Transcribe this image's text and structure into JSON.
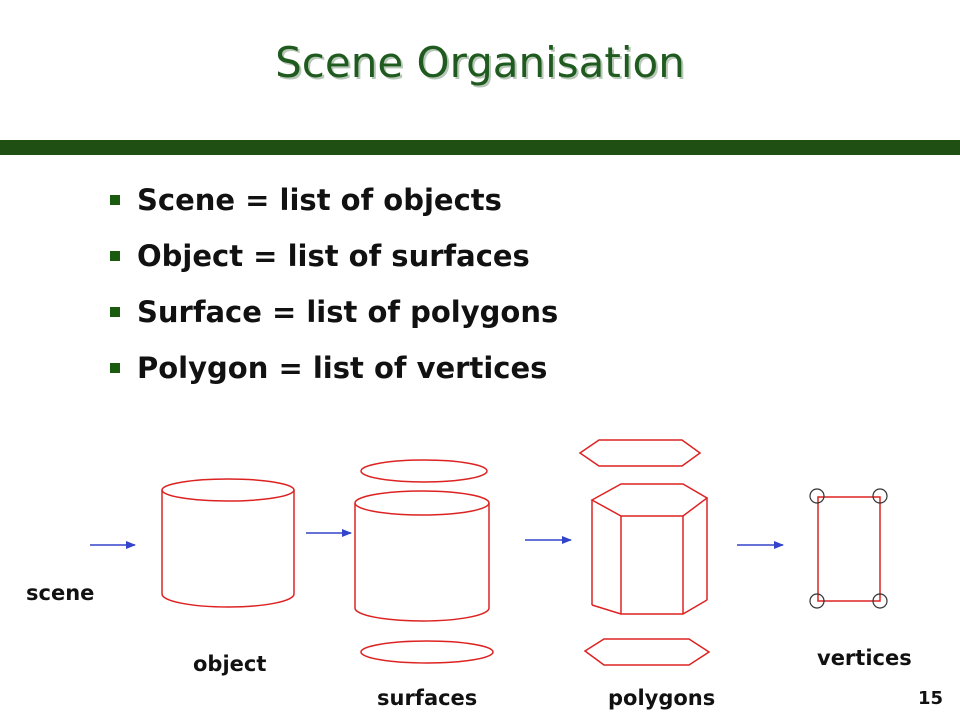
{
  "slide": {
    "title": "Scene Organisation",
    "page_number": "15"
  },
  "bullets": [
    "Scene = list of objects",
    "Object = list of surfaces",
    "Surface = list of polygons",
    "Polygon = list of vertices"
  ],
  "diagram": {
    "labels": {
      "scene": "scene",
      "object": "object",
      "surfaces": "surfaces",
      "polygons": "polygons",
      "vertices": "vertices"
    }
  },
  "colors": {
    "title": "#1f5a1f",
    "title_bar": "#1f4f12",
    "bullet_marker": "#1b5b10",
    "shape_outline": "#dd2222",
    "arrow": "#3344cc"
  }
}
